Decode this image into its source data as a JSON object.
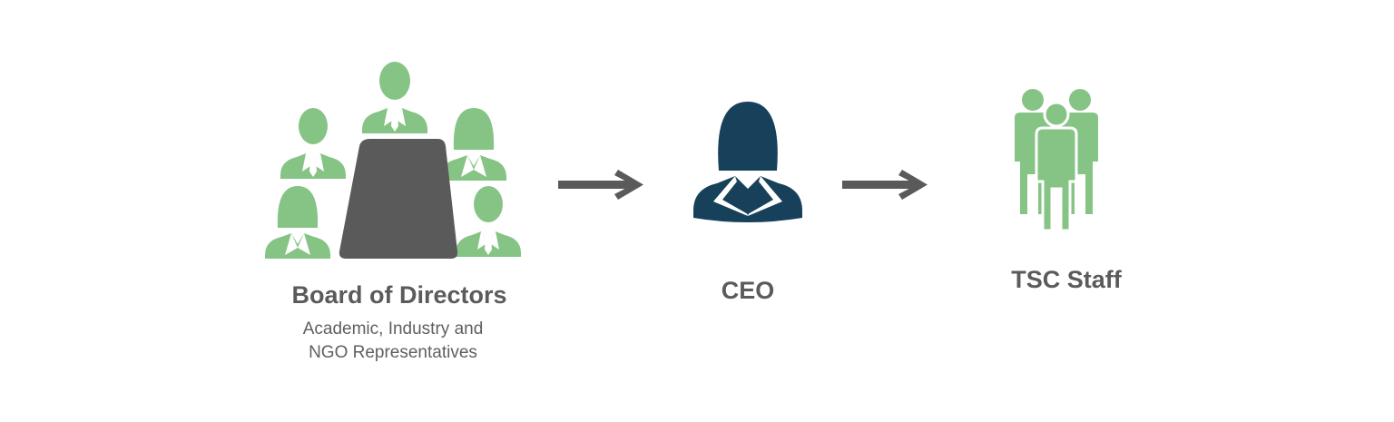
{
  "colors": {
    "board_green": "#86c485",
    "table_gray": "#5a5a5a",
    "ceo_navy": "#17415a",
    "arrow_gray": "#5a5a5a",
    "text_gray": "#5b5b5b"
  },
  "nodes": [
    {
      "id": "board",
      "icon": "boardroom-icon",
      "title": "Board of Directors",
      "subtitle_lines": [
        "Academic, Industry and",
        "NGO Representatives"
      ]
    },
    {
      "id": "ceo",
      "icon": "businesswoman-icon",
      "title": "CEO"
    },
    {
      "id": "staff",
      "icon": "staff-group-icon",
      "title": "TSC Staff"
    }
  ],
  "edges": [
    {
      "from": "board",
      "to": "ceo",
      "icon": "arrow-right-icon"
    },
    {
      "from": "ceo",
      "to": "staff",
      "icon": "arrow-right-icon"
    }
  ]
}
